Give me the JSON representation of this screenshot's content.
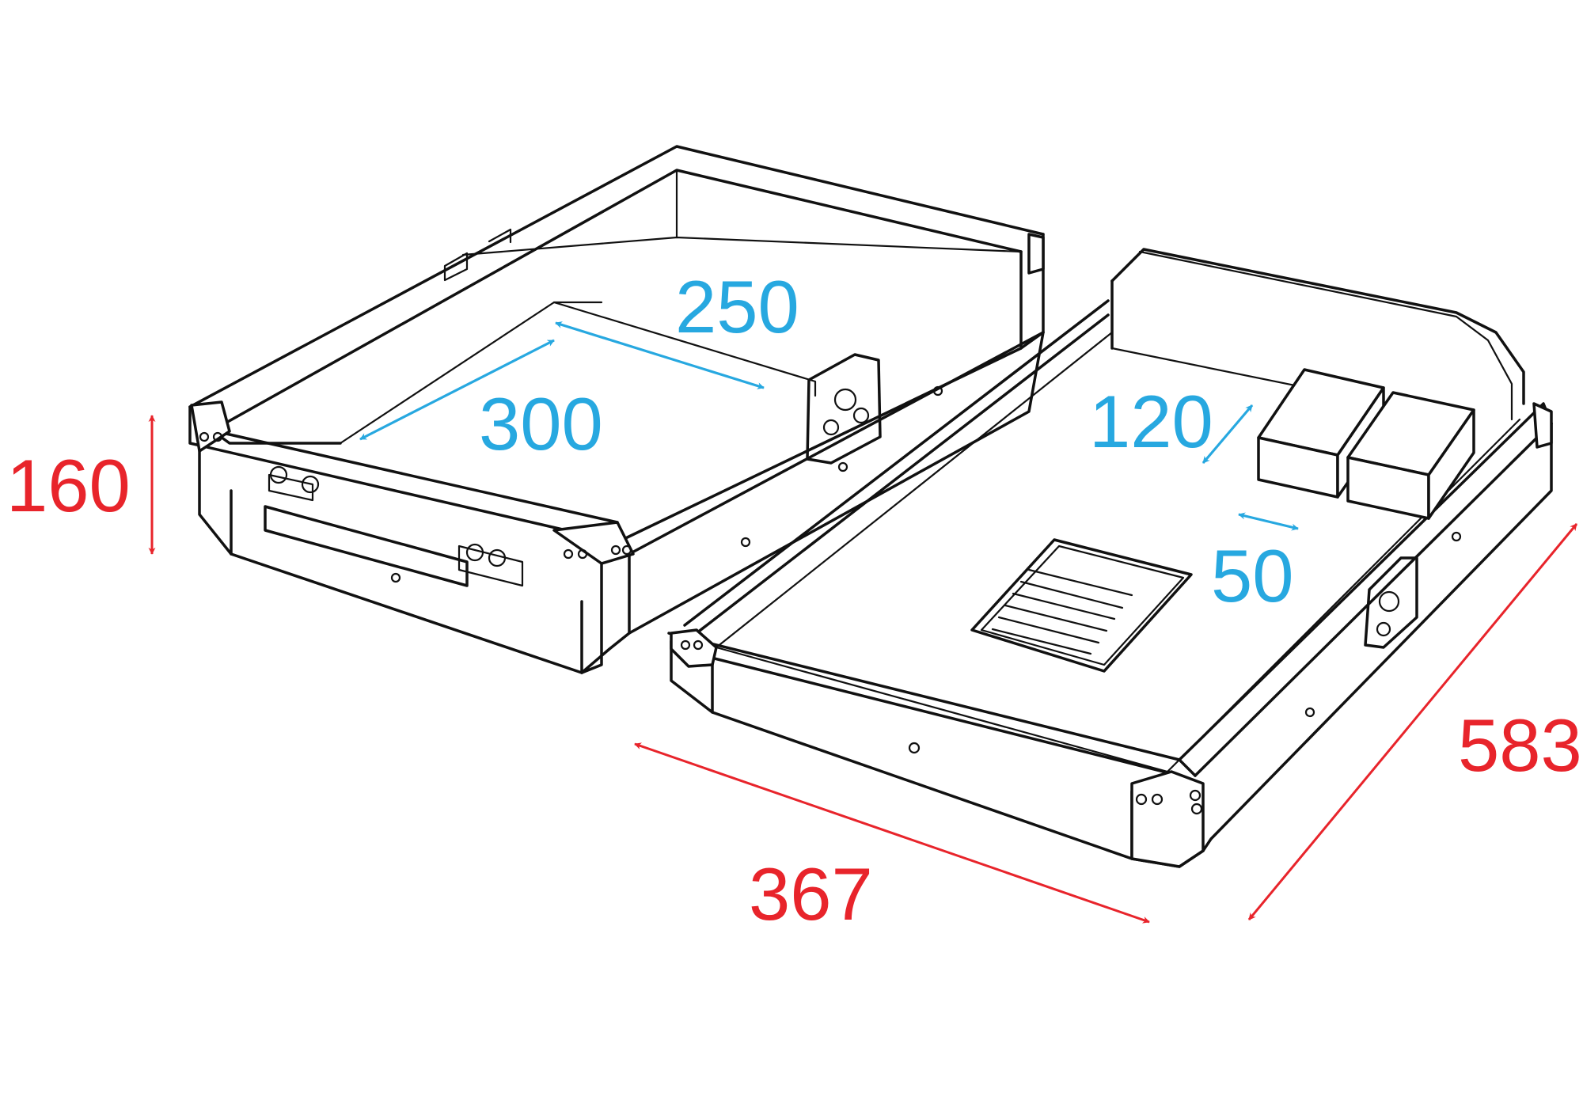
{
  "colors": {
    "outer_dimension": "#e8242b",
    "inner_dimension": "#27a8e0",
    "outline": "#111111"
  },
  "dimensions": {
    "outer": {
      "height": "160",
      "width": "367",
      "depth": "583"
    },
    "inner": {
      "depth": "300",
      "width": "250",
      "compartment_depth": "120",
      "compartment_height": "50"
    }
  }
}
